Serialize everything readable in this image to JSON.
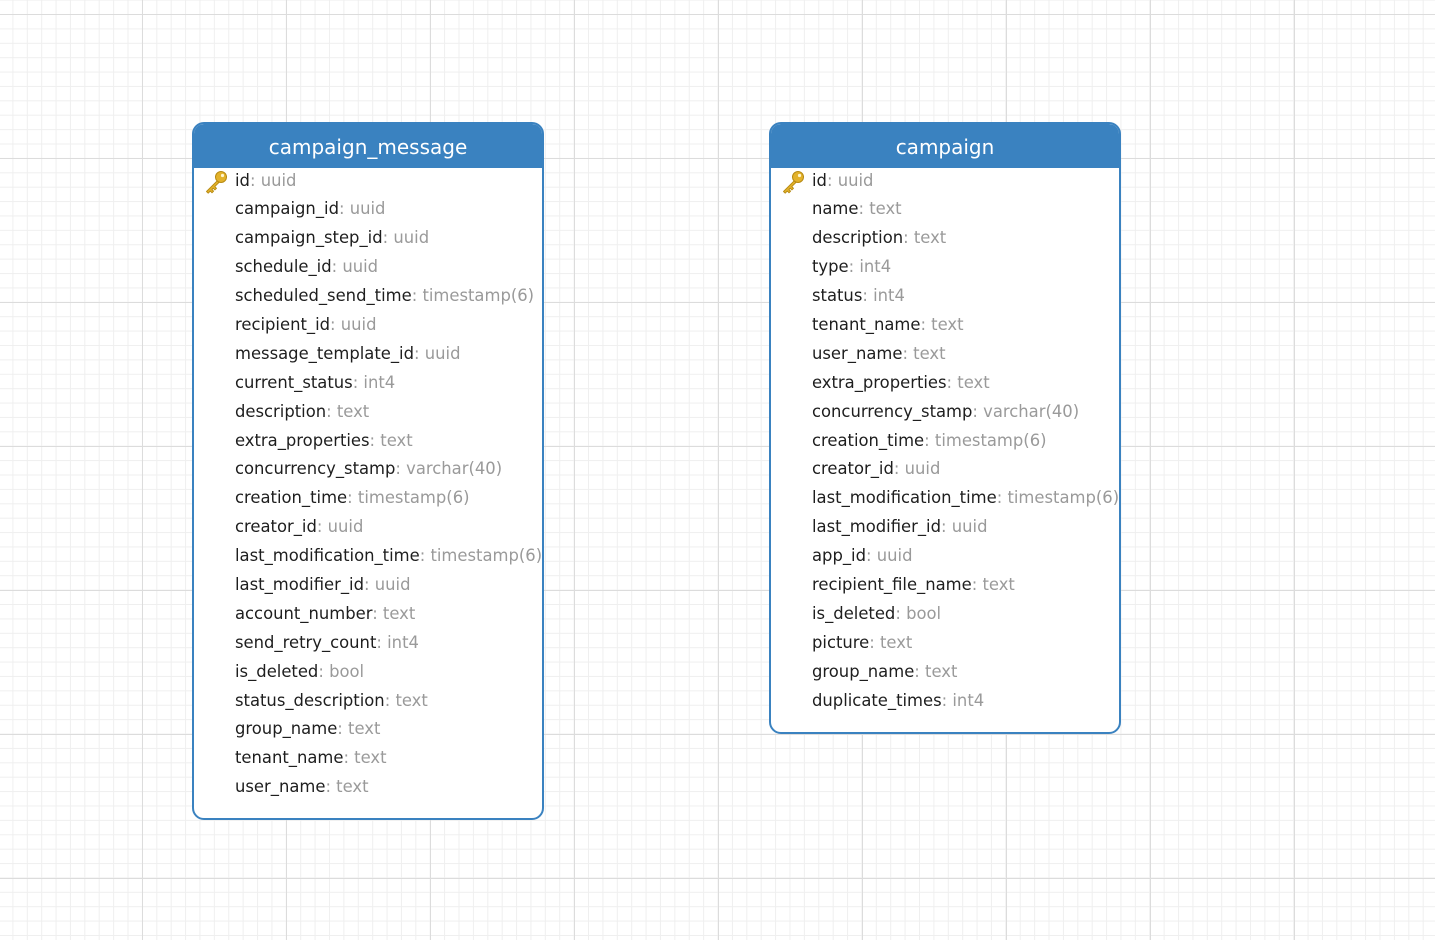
{
  "colors": {
    "header": "#3a82c0",
    "border": "#3a82c0",
    "field_name": "#1e1e1e",
    "field_type": "#9a9a9a",
    "key_icon": "#e3b22b"
  },
  "entities": [
    {
      "name": "campaign_message",
      "fields": [
        {
          "name": "id",
          "type": "uuid",
          "primary_key": true,
          "key_icon": "key-icon"
        },
        {
          "name": "campaign_id",
          "type": "uuid"
        },
        {
          "name": "campaign_step_id",
          "type": "uuid"
        },
        {
          "name": "schedule_id",
          "type": "uuid"
        },
        {
          "name": "scheduled_send_time",
          "type": "timestamp(6)"
        },
        {
          "name": "recipient_id",
          "type": "uuid"
        },
        {
          "name": "message_template_id",
          "type": "uuid"
        },
        {
          "name": "current_status",
          "type": "int4"
        },
        {
          "name": "description",
          "type": "text"
        },
        {
          "name": "extra_properties",
          "type": "text"
        },
        {
          "name": "concurrency_stamp",
          "type": "varchar(40)"
        },
        {
          "name": "creation_time",
          "type": "timestamp(6)"
        },
        {
          "name": "creator_id",
          "type": "uuid"
        },
        {
          "name": "last_modification_time",
          "type": "timestamp(6)"
        },
        {
          "name": "last_modifier_id",
          "type": "uuid"
        },
        {
          "name": "account_number",
          "type": "text"
        },
        {
          "name": "send_retry_count",
          "type": "int4"
        },
        {
          "name": "is_deleted",
          "type": "bool"
        },
        {
          "name": "status_description",
          "type": "text"
        },
        {
          "name": "group_name",
          "type": "text"
        },
        {
          "name": "tenant_name",
          "type": "text"
        },
        {
          "name": "user_name",
          "type": "text"
        }
      ]
    },
    {
      "name": "campaign",
      "fields": [
        {
          "name": "id",
          "type": "uuid",
          "primary_key": true,
          "key_icon": "key-icon"
        },
        {
          "name": "name",
          "type": "text"
        },
        {
          "name": "description",
          "type": "text"
        },
        {
          "name": "type",
          "type": "int4"
        },
        {
          "name": "status",
          "type": "int4"
        },
        {
          "name": "tenant_name",
          "type": "text"
        },
        {
          "name": "user_name",
          "type": "text"
        },
        {
          "name": "extra_properties",
          "type": "text"
        },
        {
          "name": "concurrency_stamp",
          "type": "varchar(40)"
        },
        {
          "name": "creation_time",
          "type": "timestamp(6)"
        },
        {
          "name": "creator_id",
          "type": "uuid"
        },
        {
          "name": "last_modification_time",
          "type": "timestamp(6)"
        },
        {
          "name": "last_modifier_id",
          "type": "uuid"
        },
        {
          "name": "app_id",
          "type": "uuid"
        },
        {
          "name": "recipient_file_name",
          "type": "text"
        },
        {
          "name": "is_deleted",
          "type": "bool"
        },
        {
          "name": "picture",
          "type": "text"
        },
        {
          "name": "group_name",
          "type": "text"
        },
        {
          "name": "duplicate_times",
          "type": "int4"
        }
      ]
    }
  ]
}
